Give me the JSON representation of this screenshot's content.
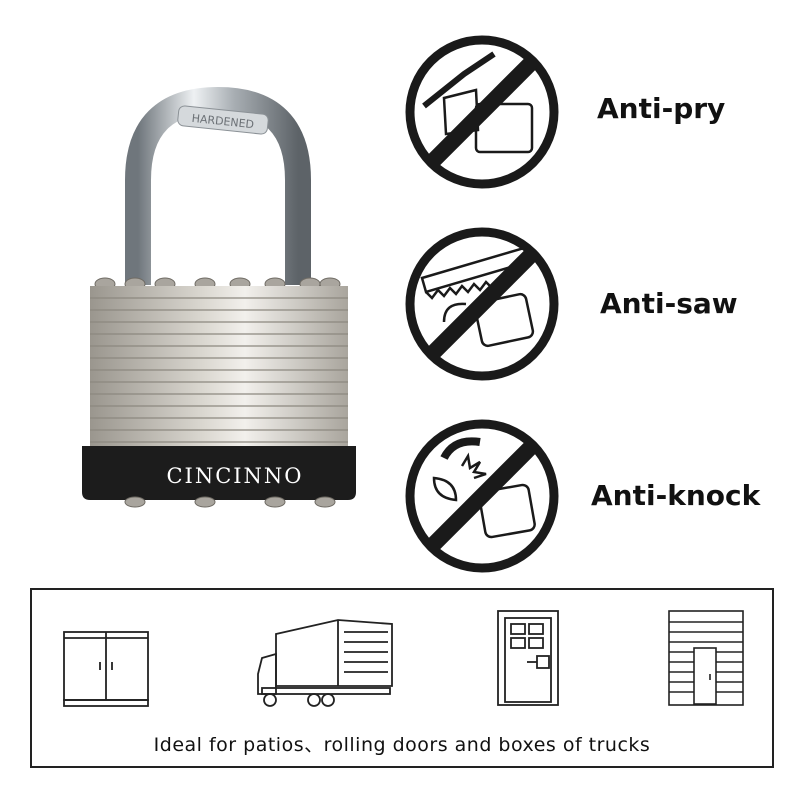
{
  "product": {
    "brand": "CINCINNO",
    "shackle_stamp": "HARDENED"
  },
  "features": [
    {
      "label": "Anti-pry",
      "icon": "no-pry-icon"
    },
    {
      "label": "Anti-saw",
      "icon": "no-saw-icon"
    },
    {
      "label": "Anti-knock",
      "icon": "no-knock-icon"
    }
  ],
  "usage": {
    "caption": "Ideal for patios、rolling doors and boxes of trucks",
    "icons": [
      "cabinet-icon",
      "truck-icon",
      "door-icon",
      "rolling-door-icon"
    ]
  },
  "colors": {
    "prohibition": "#1a1a1a",
    "lock_body": "#c9c6bf",
    "lock_bumper": "#1c1c1c"
  }
}
